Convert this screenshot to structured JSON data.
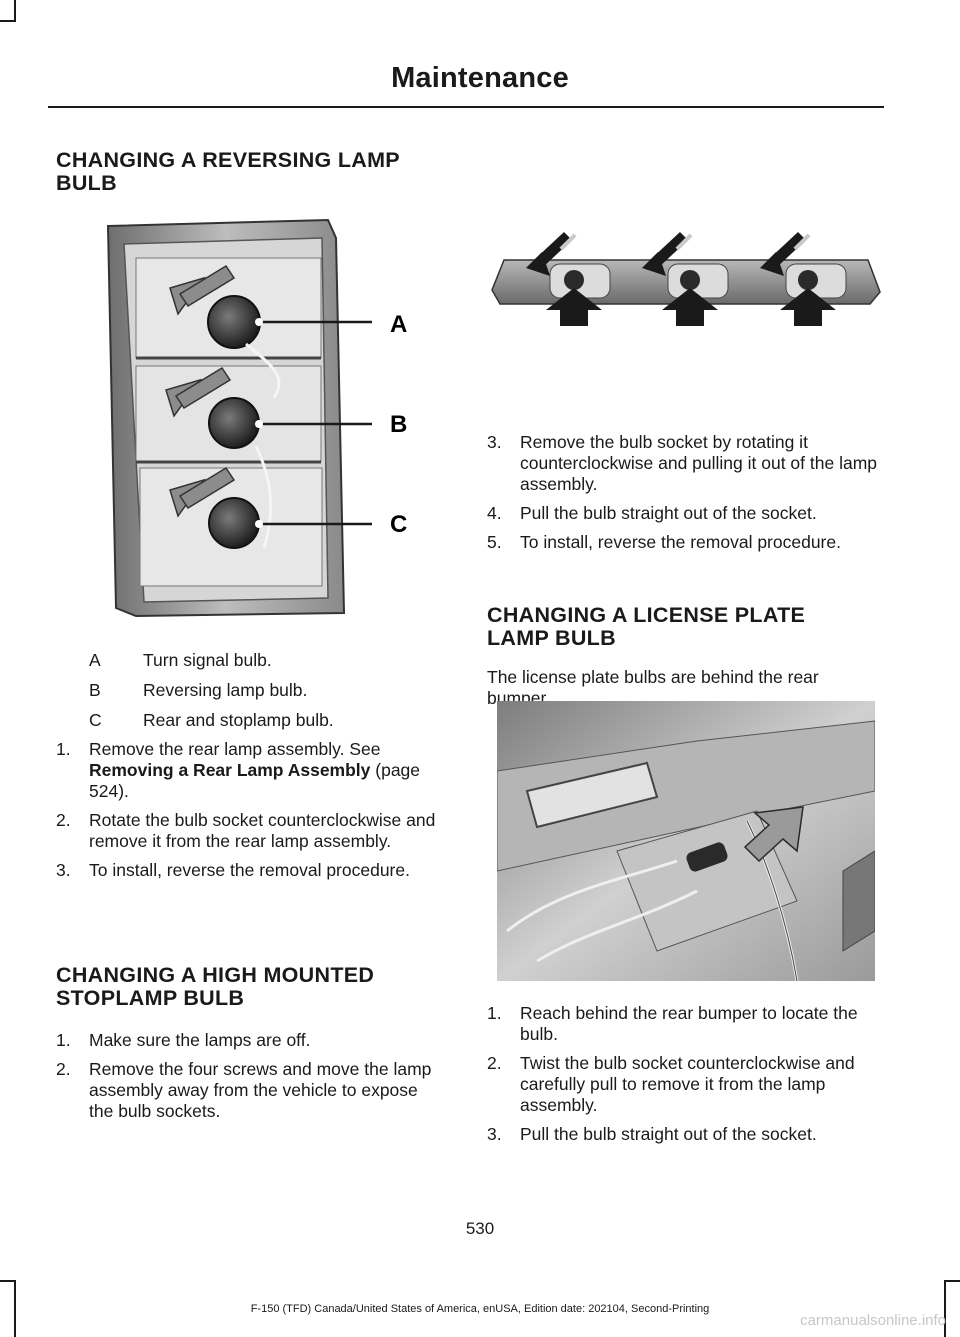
{
  "header": {
    "title": "Maintenance"
  },
  "reversing": {
    "heading_line1": "CHANGING A REVERSING LAMP",
    "heading_line2": "BULB",
    "callouts": {
      "a": "A",
      "b": "B",
      "c": "C"
    },
    "legend": [
      {
        "key": "A",
        "text": "Turn signal bulb."
      },
      {
        "key": "B",
        "text": "Reversing lamp bulb."
      },
      {
        "key": "C",
        "text": "Rear and stoplamp bulb."
      }
    ],
    "steps": [
      {
        "num": "1.",
        "text": "Remove the rear lamp assembly.  See ",
        "ref": "Removing a Rear Lamp Assembly",
        "page": " (page 524)."
      },
      {
        "num": "2.",
        "text": "Rotate the bulb socket counterclockwise and remove it from the rear lamp assembly."
      },
      {
        "num": "3.",
        "text": "To install, reverse the removal procedure."
      }
    ]
  },
  "highmount": {
    "heading_line1": "CHANGING A HIGH MOUNTED",
    "heading_line2": "STOPLAMP BULB",
    "steps": [
      {
        "num": "1.",
        "text": "Make sure the lamps are off."
      },
      {
        "num": "2.",
        "text": "Remove the four screws and move the lamp assembly away from the vehicle to expose the bulb sockets."
      },
      {
        "num": "3.",
        "text": "Remove the bulb socket by rotating it counterclockwise and pulling it out of the lamp assembly."
      },
      {
        "num": "4.",
        "text": "Pull the bulb straight out of the socket."
      },
      {
        "num": "5.",
        "text": "To install, reverse the removal procedure."
      }
    ]
  },
  "license": {
    "heading_line1": "CHANGING A LICENSE PLATE",
    "heading_line2": "LAMP BULB",
    "intro": "The license plate bulbs are behind the rear bumper.",
    "steps": [
      {
        "num": "1.",
        "text": "Reach behind the rear bumper to locate the bulb."
      },
      {
        "num": "2.",
        "text": "Twist the bulb socket counterclockwise and carefully pull to remove it from the lamp assembly."
      },
      {
        "num": "3.",
        "text": "Pull the bulb straight out of the socket."
      }
    ]
  },
  "page_number": "530",
  "footer": "F-150 (TFD) Canada/United States of America, enUSA, Edition date: 202104, Second-Printing",
  "watermark": "carmanualsonline.info"
}
